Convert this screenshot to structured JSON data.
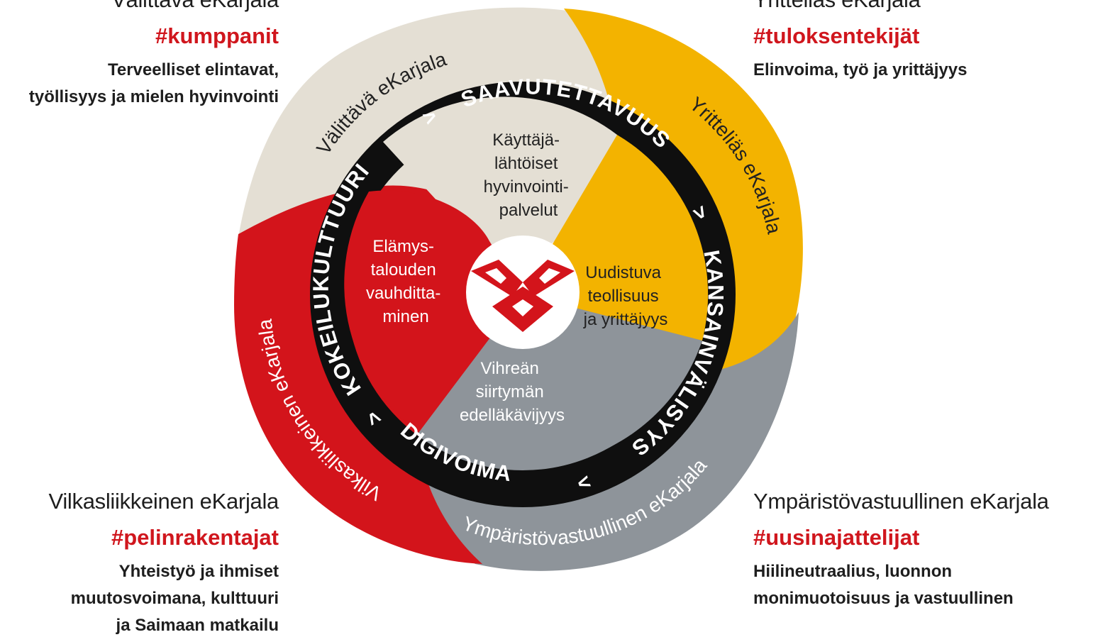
{
  "corners": {
    "top_left": {
      "title": "Välittävä eKarjala",
      "tag": "#kumppanit",
      "desc": [
        "Terveelliset elintavat,",
        "työllisyys ja mielen hyvinvointi"
      ]
    },
    "top_right": {
      "title": "Yritteliäs eKarjala",
      "tag": "#tuloksentekijät",
      "desc": [
        "Elinvoima, työ ja yrittäjyys"
      ]
    },
    "bottom_left": {
      "title": "Vilkasliikkeinen eKarjala",
      "tag": "#pelinrakentajat",
      "desc": [
        "Yhteistyö ja ihmiset",
        "muutosvoimana, kulttuuri",
        "ja Saimaan matkailu"
      ]
    },
    "bottom_right": {
      "title": "Ympäristövastuullinen eKarjala",
      "tag": "#uusinajattelijat",
      "desc": [
        "Hiilineutraalius, luonnon",
        "monimuotoisuus ja vastuullinen"
      ]
    }
  },
  "outer_ring": {
    "valittava": "Välittävä eKarjala",
    "yrittelias": "Yritteliäs eKarjala",
    "vilkasliikkeinen": "Vilkasliikkeinen eKarjala",
    "ymparistovastuullinen": "Ympäristövastuullinen eKarjala"
  },
  "black_ring": {
    "saavutettavuus": "SAAVUTETTAVUUS",
    "kansainvalisyys": "KANSAINVÄLISYYS",
    "digivoima": "DIGIVOIMA",
    "kokeilukulttuuri": "KOKEILUKULTTUURI",
    "arrow": ">"
  },
  "inner": {
    "kayttaja": [
      "Käyttäjä-",
      "lähtöiset",
      "hyvinvointi-",
      "palvelut"
    ],
    "uudistuva": [
      "Uudistuva",
      "teollisuus",
      "ja yrittäjyys"
    ],
    "vihrea": [
      "Vihreän",
      "siirtymän",
      "edelläkävijyys"
    ],
    "elamys": [
      "Elämys-",
      "talouden",
      "vauhditta-",
      "minen"
    ]
  },
  "colors": {
    "beige": "#e4dfd4",
    "yellow": "#f3b300",
    "grey": "#8e949a",
    "red": "#d3141b",
    "black": "#0f0f0f",
    "text_dark": "#1e1e1e",
    "tag_red": "#d0161d"
  }
}
